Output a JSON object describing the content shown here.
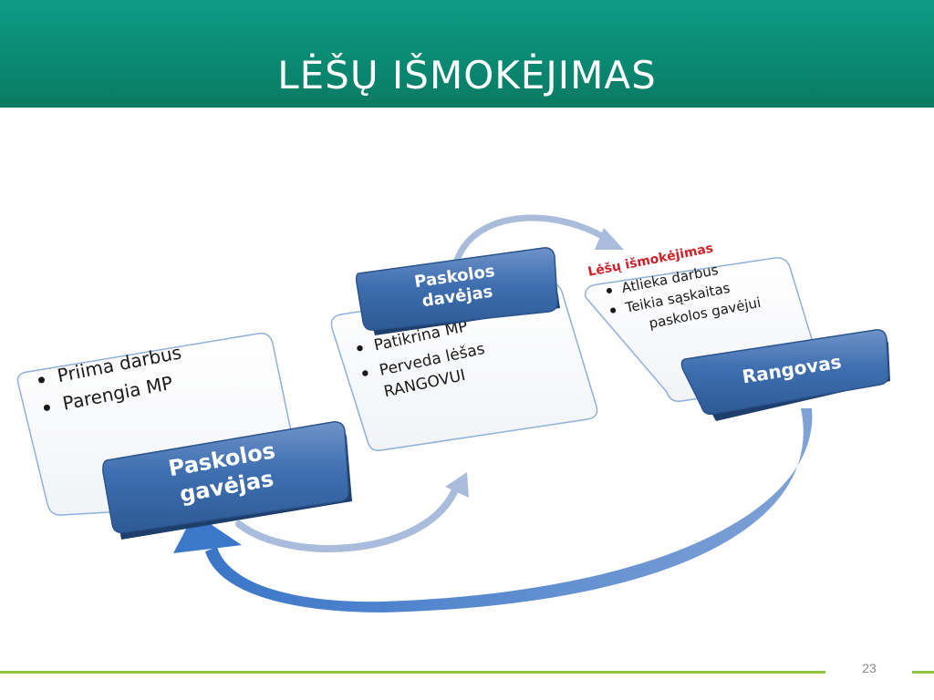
{
  "slide": {
    "title": "LĖŠŲ IŠMOKĖJIMAS",
    "page_number": "23"
  },
  "colors": {
    "header": "#0a8a73",
    "footer_line": "#8cc63f",
    "box_blue": "#3f6fb0",
    "arrow_light": "#a9bcdb",
    "arrow_dark": "#3b78c9",
    "label_red": "#d0202a"
  },
  "cards": {
    "left": {
      "items": [
        "Priima darbus",
        "Parengia MP"
      ],
      "box_line1": "Paskolos",
      "box_line2": "gavėjas"
    },
    "middle": {
      "items": [
        "Patikrina MP",
        "Perveda lėšas"
      ],
      "item2_line2": "RANGOVUI",
      "box_line1": "Paskolos",
      "box_line2": "davėjas"
    },
    "right": {
      "label": "Lėšų išmokėjimas",
      "items": [
        "Atlieka darbus",
        "Teikia sąskaitas"
      ],
      "item2_line2": "paskolos gavėjui",
      "box_label": "Rangovas"
    }
  }
}
